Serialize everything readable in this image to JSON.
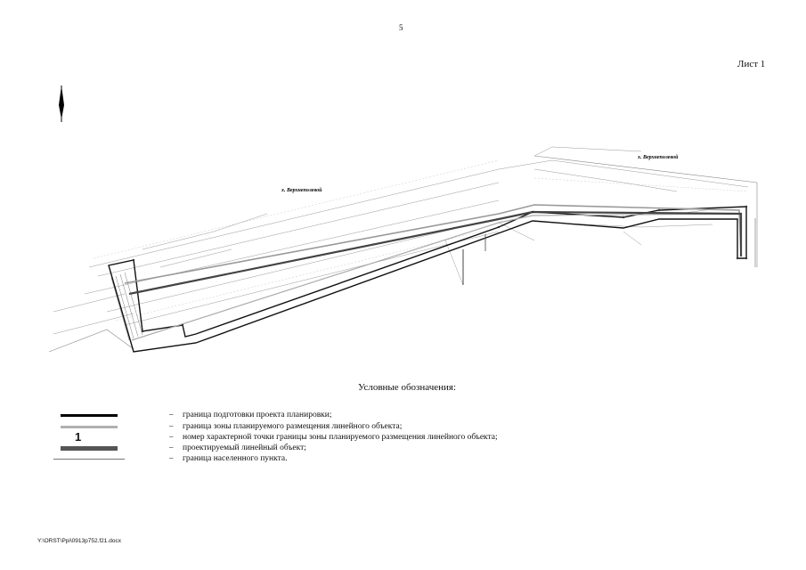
{
  "page": {
    "number": "5",
    "sheet": "Лист 1"
  },
  "map": {
    "settlement_left": "х. Верхнеполевой",
    "settlement_right": "х. Верхнеполевой"
  },
  "legend": {
    "title": "Условные обозначения:",
    "items": [
      {
        "symbol": "thick-black-line",
        "dash": "–",
        "text": "граница подготовки проекта планировки;"
      },
      {
        "symbol": "gray-line",
        "dash": "–",
        "text": "граница зоны планируемого размещения линейного объекта;"
      },
      {
        "symbol": "number-label",
        "symbol_text": "1",
        "dash": "–",
        "text": "номер характерной точки границы зоны планируемого размещения линейного объекта;"
      },
      {
        "symbol": "dark-line",
        "dash": "–",
        "text": "проектируемый линейный объект;"
      },
      {
        "symbol": "thin-line",
        "dash": "–",
        "text": "граница населенного пункта."
      }
    ]
  },
  "footer": {
    "path": "Y:\\ORST\\Ppi\\0913p752.f21.docx"
  }
}
